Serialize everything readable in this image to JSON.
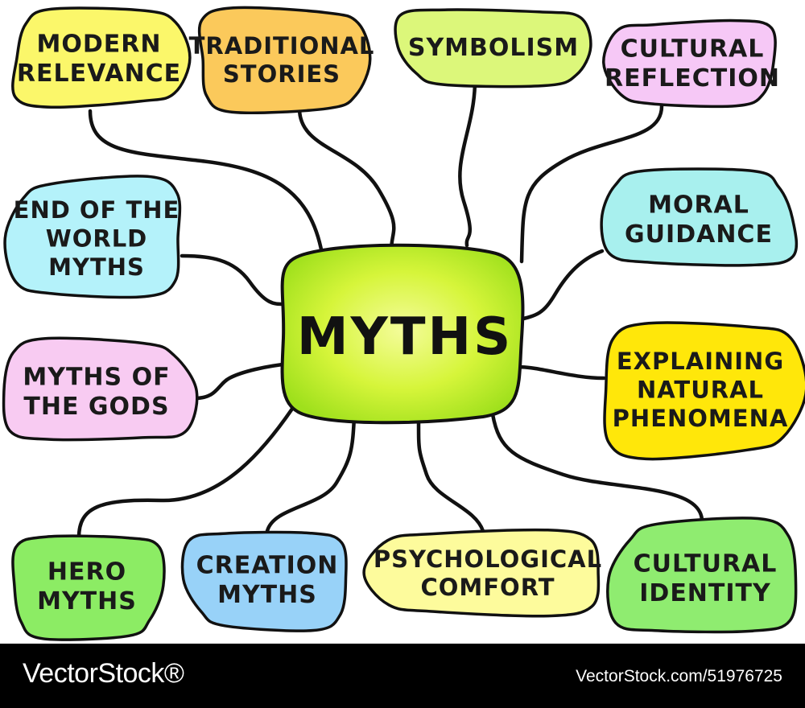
{
  "center": {
    "label": "MYTHS",
    "color": "#c8f02a"
  },
  "topics": [
    {
      "lines": [
        "MODERN",
        "RELEVANCE"
      ],
      "color": "#fbf76a"
    },
    {
      "lines": [
        "TRADITIONAL",
        "STORIES"
      ],
      "color": "#fbc95b"
    },
    {
      "lines": [
        "SYMBOLISM"
      ],
      "color": "#dcf77a"
    },
    {
      "lines": [
        "CULTURAL",
        "REFLECTION"
      ],
      "color": "#f6c8f6"
    },
    {
      "lines": [
        "END OF THE",
        "WORLD",
        "MYTHS"
      ],
      "color": "#b4f2fa"
    },
    {
      "lines": [
        "MORAL",
        "GUIDANCE"
      ],
      "color": "#a8f0ee"
    },
    {
      "lines": [
        "MYTHS OF",
        "THE GODS"
      ],
      "color": "#f8cbf2"
    },
    {
      "lines": [
        "EXPLAINING",
        "NATURAL",
        "PHENOMENA"
      ],
      "color": "#ffe70a"
    },
    {
      "lines": [
        "HERO",
        "MYTHS"
      ],
      "color": "#8cec64"
    },
    {
      "lines": [
        "CREATION",
        "MYTHS"
      ],
      "color": "#98d2f8"
    },
    {
      "lines": [
        "PSYCHOLOGICAL",
        "COMFORT"
      ],
      "color": "#fdfb9c"
    },
    {
      "lines": [
        "CULTURAL",
        "IDENTITY"
      ],
      "color": "#8fec70"
    }
  ],
  "footer": {
    "brand": "VectorStock®",
    "url": "VectorStock.com/51976725"
  }
}
